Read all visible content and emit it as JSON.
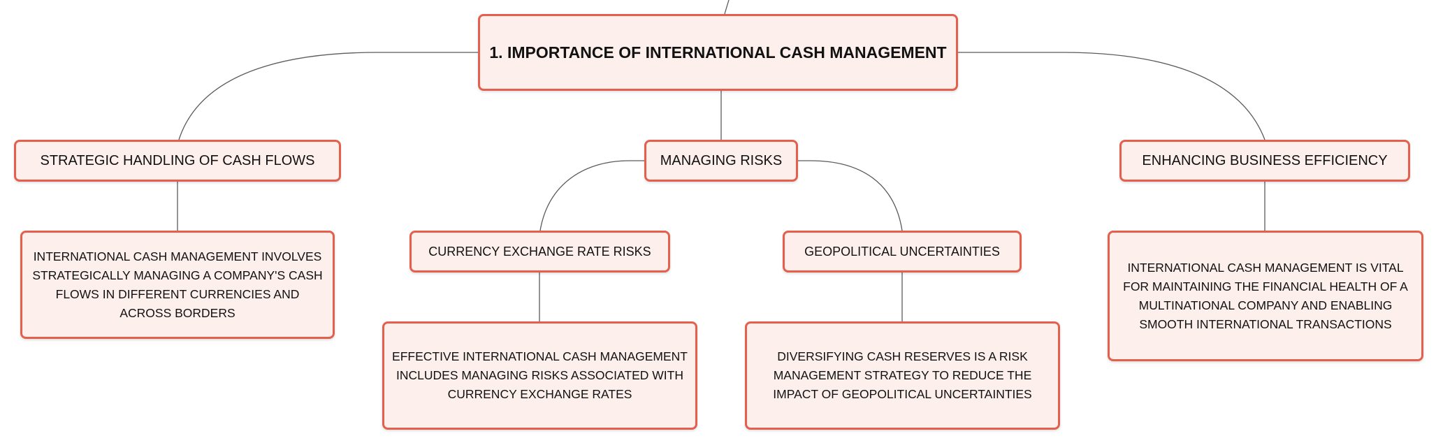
{
  "root": {
    "title": "1. IMPORTANCE OF INTERNATIONAL CASH MANAGEMENT"
  },
  "branches": {
    "strategic": {
      "label": "STRATEGIC HANDLING OF CASH FLOWS",
      "description": "INTERNATIONAL CASH MANAGEMENT INVOLVES STRATEGICALLY MANAGING A COMPANY'S CASH FLOWS IN DIFFERENT CURRENCIES AND ACROSS BORDERS"
    },
    "risks": {
      "label": "MANAGING RISKS",
      "currency": {
        "label": "CURRENCY EXCHANGE RATE RISKS",
        "description": "EFFECTIVE INTERNATIONAL CASH MANAGEMENT INCLUDES MANAGING RISKS ASSOCIATED WITH CURRENCY EXCHANGE RATES"
      },
      "geopolitical": {
        "label": "GEOPOLITICAL UNCERTAINTIES",
        "description": "DIVERSIFYING CASH RESERVES IS A RISK MANAGEMENT STRATEGY TO REDUCE THE IMPACT OF GEOPOLITICAL UNCERTAINTIES"
      }
    },
    "efficiency": {
      "label": "ENHANCING BUSINESS EFFICIENCY",
      "description": "INTERNATIONAL CASH MANAGEMENT IS VITAL FOR MAINTAINING THE FINANCIAL HEALTH OF A MULTINATIONAL COMPANY AND ENABLING SMOOTH INTERNATIONAL TRANSACTIONS"
    }
  },
  "colors": {
    "node_border": "#e4604c",
    "node_fill": "#fdf0ec",
    "connector": "#5a5a5a"
  }
}
